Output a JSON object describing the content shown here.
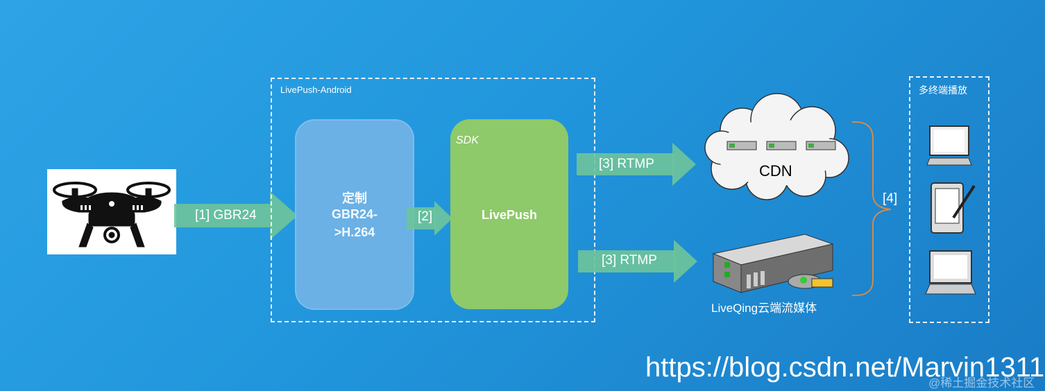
{
  "android_group": {
    "label": "LivePush-Android"
  },
  "custom_box": {
    "line1": "定制",
    "line2": "GBR24-",
    "line3": ">H.264"
  },
  "sdk_box": {
    "sdk_label": "SDK",
    "title": "LivePush"
  },
  "arrows": {
    "a1": "[1] GBR24",
    "a2": "[2]",
    "a3_cdn": "[3] RTMP",
    "a3_media": "[3] RTMP"
  },
  "cdn": {
    "label": "CDN"
  },
  "media_server": {
    "label": "LiveQing云端流媒体"
  },
  "brace_label": "[4]",
  "clients_group": {
    "label": "多终端播放"
  },
  "watermark": {
    "url": "https://blog.csdn.net/Marvin1311",
    "community": "@稀土掘金技术社区"
  },
  "colors": {
    "background": "#2196dc",
    "arrow": "#6ec49a",
    "custom_box": "#6fb3e6",
    "sdk_box": "#8ec96a",
    "brace": "#d38a4a"
  }
}
